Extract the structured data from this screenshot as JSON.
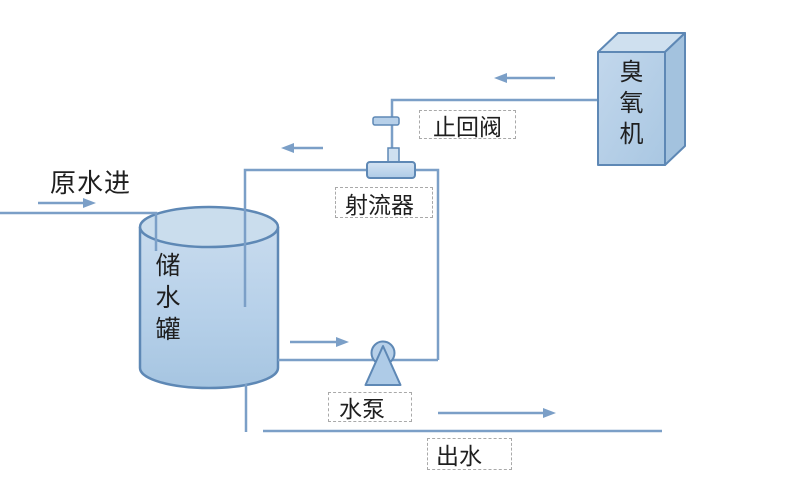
{
  "diagram": {
    "type": "process-flow-diagram",
    "subject": "ozone water treatment loop",
    "background_color": "#ffffff",
    "colors": {
      "pipe": "#7b9fc7",
      "shape_border": "#5e88b5",
      "shape_fill": "#b7d0e9",
      "shape_fill_light": "#cfe0f0",
      "label_box_border": "#a9a9a9",
      "text": "#1f1f1f"
    },
    "nodes": {
      "raw_water_in": {
        "label": "原水进"
      },
      "storage_tank": {
        "label": "储\n水\n罐"
      },
      "ozone_machine": {
        "label": "臭\n氧\n机"
      },
      "check_valve": {
        "label": "止回阀"
      },
      "ejector": {
        "label": "射流器"
      },
      "water_pump": {
        "label": "水泵"
      },
      "water_out": {
        "label": "出水"
      }
    },
    "flow_arrows": [
      {
        "name": "inlet-arrow",
        "direction": "right",
        "near": "raw_water_in"
      },
      {
        "name": "loop-return-arrow",
        "direction": "left",
        "near": "ejector-to-tank pipe"
      },
      {
        "name": "ozone-feed-arrow",
        "direction": "left",
        "near": "ozone_machine-to-check_valve pipe"
      },
      {
        "name": "pump-suction-arrow",
        "direction": "right",
        "near": "tank-to-pump pipe"
      },
      {
        "name": "outlet-arrow",
        "direction": "right",
        "near": "water_out line"
      }
    ]
  }
}
